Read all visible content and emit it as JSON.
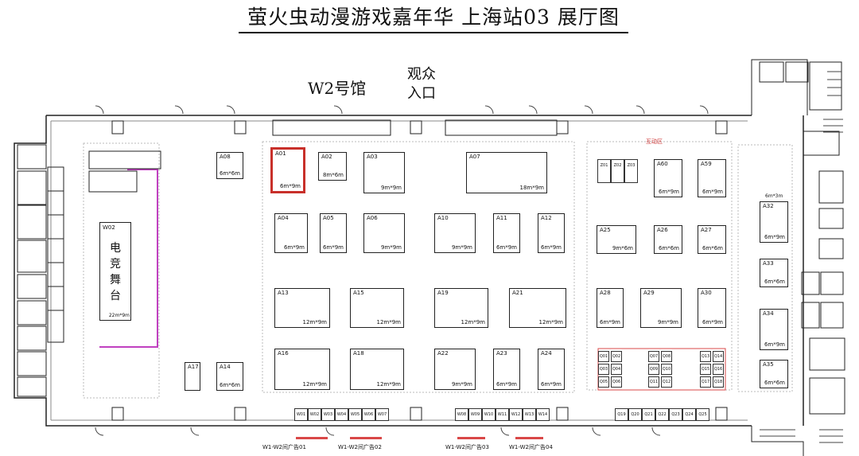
{
  "title": "萤火虫动漫游戏嘉年华 上海站03 展厅图",
  "hall_label": "W2号馆",
  "entrance_label": "观众入口",
  "entrance_line1": "观众",
  "entrance_line2": "入口",
  "stage": {
    "id": "W02",
    "name_line1": "电",
    "name_line2": "竞",
    "name_line3": "舞",
    "name_line4": "台",
    "size": "22m*9m"
  },
  "zone_label": "互动区",
  "booths": [
    {
      "id": "A08",
      "size": "6m*6m"
    },
    {
      "id": "A01",
      "size": "6m*9m"
    },
    {
      "id": "A02",
      "size": "8m*6m"
    },
    {
      "id": "A03",
      "size": "9m*9m"
    },
    {
      "id": "A07",
      "size": "18m*9m"
    },
    {
      "id": "A04",
      "size": "6m*9m"
    },
    {
      "id": "A05",
      "size": "6m*9m"
    },
    {
      "id": "A06",
      "size": "9m*9m"
    },
    {
      "id": "A10",
      "size": "9m*9m"
    },
    {
      "id": "A11",
      "size": "6m*9m"
    },
    {
      "id": "A12",
      "size": "6m*9m"
    },
    {
      "id": "A13",
      "size": "12m*9m"
    },
    {
      "id": "A15",
      "size": "12m*9m"
    },
    {
      "id": "A19",
      "size": "12m*9m"
    },
    {
      "id": "A21",
      "size": "12m*9m"
    },
    {
      "id": "A16",
      "size": "12m*9m"
    },
    {
      "id": "A18",
      "size": "12m*9m"
    },
    {
      "id": "A22",
      "size": "9m*9m"
    },
    {
      "id": "A23",
      "size": "6m*9m"
    },
    {
      "id": "A24",
      "size": "6m*9m"
    },
    {
      "id": "A17",
      "size": ""
    },
    {
      "id": "A14",
      "size": "6m*6m"
    },
    {
      "id": "A60",
      "size": "6m*9m"
    },
    {
      "id": "A59",
      "size": "6m*9m"
    },
    {
      "id": "A25",
      "size": "9m*6m"
    },
    {
      "id": "A26",
      "size": "6m*6m"
    },
    {
      "id": "A27",
      "size": "6m*6m"
    },
    {
      "id": "A28",
      "size": "6m*9m"
    },
    {
      "id": "A29",
      "size": "9m*9m"
    },
    {
      "id": "A30",
      "size": "6m*9m"
    },
    {
      "id": "A32",
      "size": "6m*9m"
    },
    {
      "id": "A33",
      "size": "6m*6m"
    },
    {
      "id": "A34",
      "size": "6m*9m"
    },
    {
      "id": "A35",
      "size": "6m*6m"
    }
  ],
  "ratio_label": "6m*3m",
  "z_booths": [
    "Z01",
    "Z02",
    "Z03"
  ],
  "q_left": [
    "Q01",
    "Q02",
    "Q03",
    "Q04",
    "Q05",
    "Q06"
  ],
  "q_mid": [
    "Q07",
    "Q08",
    "Q09",
    "Q10",
    "Q11",
    "Q12"
  ],
  "q_right": [
    "Q13",
    "Q14",
    "Q15",
    "Q16",
    "Q17",
    "Q18"
  ],
  "bottom_w_row_a": [
    "W01",
    "W02",
    "W03",
    "W04",
    "W05",
    "W06",
    "W07"
  ],
  "bottom_w_row_b": [
    "W08",
    "W09",
    "W10",
    "W11",
    "W12",
    "W13",
    "W14"
  ],
  "bottom_w_row_c": [
    "Q19",
    "Q20",
    "Q21",
    "Q22",
    "Q23",
    "Q24",
    "Q25"
  ],
  "ads": [
    "W1-W2间广告01",
    "W1-W2间广告02",
    "W1-W2间广告03",
    "W1-W2间广告04"
  ]
}
